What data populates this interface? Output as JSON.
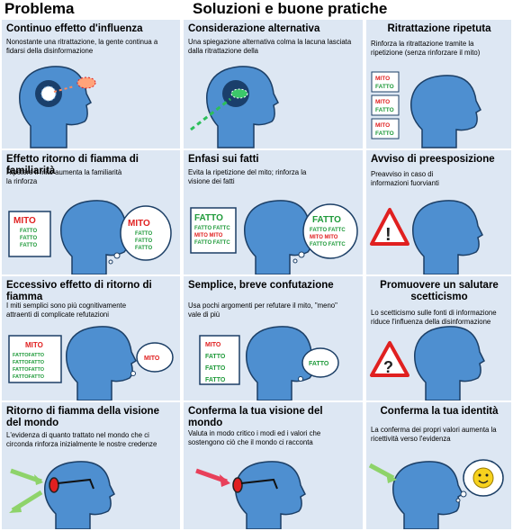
{
  "headers": {
    "problem": "Problema",
    "solutions": "Soluzioni e buone pratiche"
  },
  "cells": [
    {
      "title": "Continuo effetto d'influenza",
      "desc": "Nonostante una ritrattazione, la gente continua a fidarsi della disinformazione"
    },
    {
      "title": "Considerazione alternativa",
      "desc": "Una spiegazione alternativa colma la lacuna lasciata dalla ritrattazione della"
    },
    {
      "title": "Ritrattazione ripetuta",
      "desc": "Rinforza la ritrattazione tramite la ripetizione (senza rinforzare il mito)"
    },
    {
      "title": "Effetto ritorno di fiamma di familiarità",
      "desc": "Ripetere il mito aumenta la familiarità la rinforza"
    },
    {
      "title": "Enfasi sui fatti",
      "desc": "Evita la ripetizione del mito; rinforza la visione dei fatti"
    },
    {
      "title": "Avviso di preesposizione",
      "desc": "Preavviso in caso di informazioni fuorvianti"
    },
    {
      "title": "Eccessivo effetto di ritorno di fiamma",
      "desc": "I miti semplici sono più cognitivamente attraenti di complicate refutazioni"
    },
    {
      "title": "Semplice, breve confutazione",
      "desc": "Usa pochi argomenti per refutare il mito, \"meno\" vale di più"
    },
    {
      "title": "Promuovere un salutare scetticismo",
      "desc": "Lo scetticismo sulle fonti di informazione riduce l'influenza della disinformazione"
    },
    {
      "title": "Ritorno di fiamma della visione del mondo",
      "desc": "L'evidenza di quanto trattato nel mondo che ci circonda rinforza inizialmente le nostre credenze"
    },
    {
      "title": "Conferma la tua visione del mondo",
      "desc": "Valuta in modo critico i modi ed i valori che sostengono ciò che il mondo ci racconta"
    },
    {
      "title": "Conferma la tua identità",
      "desc": "La conferma dei propri valori aumenta la ricettività verso l'evidenza"
    }
  ],
  "labels": {
    "myth": "MITO",
    "fact": "FATTO",
    "fact_small": "FATTO FATTC",
    "myth_pair": "MITO MITO",
    "factfact": "FATTOFATTO"
  },
  "colors": {
    "panel": "#dde7f3",
    "head": "#4e8fd0",
    "head_stroke": "#1c3f66",
    "myth": "#e02020",
    "fact": "#1f9a3a"
  }
}
